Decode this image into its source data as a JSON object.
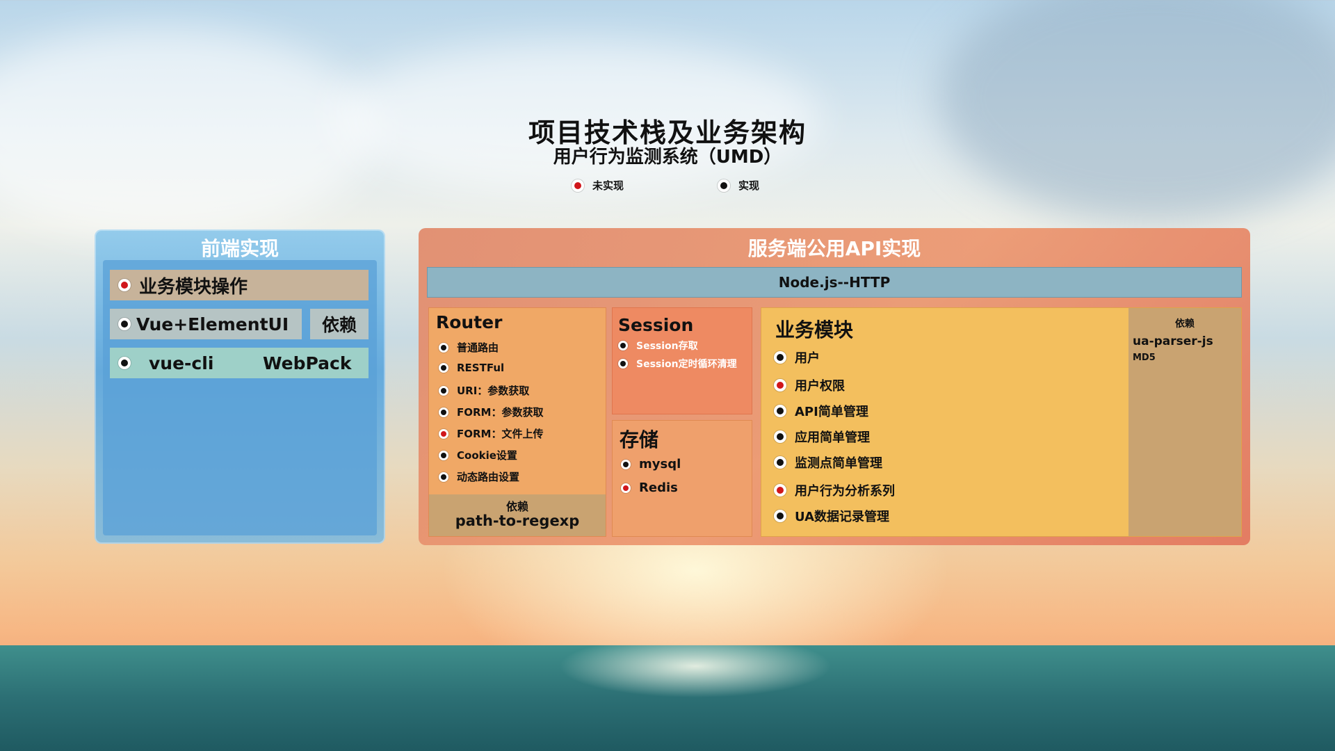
{
  "title": "项目技术栈及业务架构",
  "subtitle": "用户行为监测系统（UMD）",
  "legend": [
    {
      "label": "未实现",
      "status": "red"
    },
    {
      "label": "实现",
      "status": "black"
    }
  ],
  "frontend": {
    "title": "前端实现",
    "rows": {
      "business": "业务模块操作",
      "vue": "Vue+ElementUI",
      "dep": "依赖",
      "cli": "vue-cli",
      "webpack": "WebPack"
    }
  },
  "server": {
    "title": "服务端公用API实现",
    "node": "Node.js--HTTP",
    "router": {
      "title": "Router",
      "items": [
        "普通路由",
        "RESTFul",
        "URI：参数获取",
        "FORM：参数获取",
        "FORM：文件上传",
        "Cookie设置",
        "动态路由设置"
      ],
      "dep_label": "依赖",
      "dep": "path-to-regexp"
    },
    "session": {
      "title": "Session",
      "items": [
        "Session存取",
        "Session定时循环清理"
      ]
    },
    "storage": {
      "title": "存储",
      "items": [
        "mysql",
        "Redis"
      ]
    },
    "business": {
      "title": "业务模块",
      "items": [
        "用户",
        "用户权限",
        "API简单管理",
        "应用简单管理",
        "监测点简单管理",
        "用户行为分析系列",
        "UA数据记录管理"
      ],
      "dep_label": "依赖",
      "deps": [
        "ua-parser-js",
        "MD5"
      ]
    }
  },
  "colors": {
    "not_implemented": "#d0161b",
    "implemented": "#111111",
    "frontend_panel": "#5aa5dc",
    "server_panel": "#ec966e",
    "router_box": "#f0a866",
    "session_box": "#ee8a62",
    "business_box": "#f3bf5e",
    "dep_box": "#c9a371",
    "node_bar": "#8db4c3"
  }
}
